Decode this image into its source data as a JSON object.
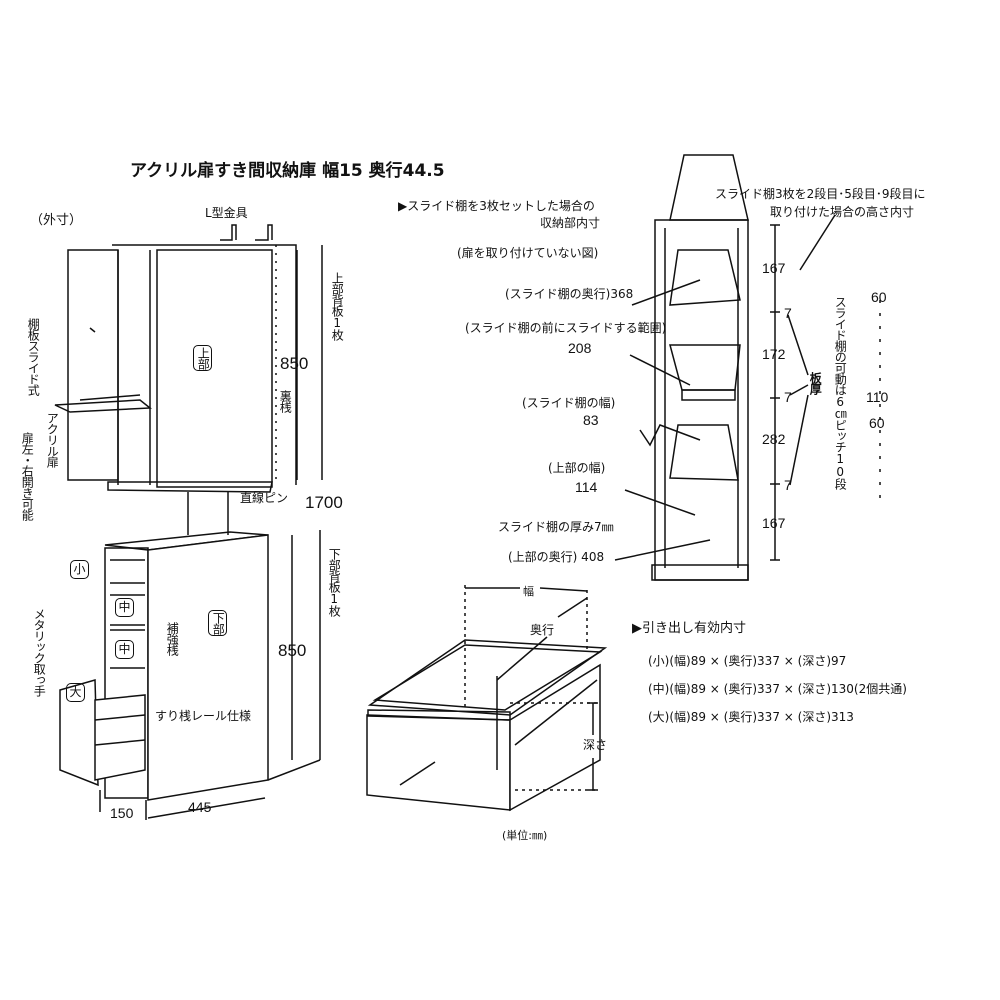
{
  "title": "アクリル扉すき間収納庫 幅15 奥行44.5",
  "left": {
    "outer_label": "（外寸）",
    "l_bracket": "L型金具",
    "upper_back": "上部背板1枚",
    "upper_height": "850",
    "upper_label": "上部",
    "back_rail": "裏桟",
    "shelf_slide": "棚板スライド式",
    "acrylic_door": "アクリル扉",
    "door_lr": "扉左・右開き可能",
    "straight_pin": "直線ピン",
    "total_height": "1700",
    "lower_back": "下部背板1枚",
    "lower_height": "850",
    "lower_label": "下部",
    "reinforce": "補強桟",
    "drawer_small": "小",
    "drawer_mid": "中",
    "drawer_large": "大",
    "metallic_handle": "メタリック取っ手",
    "rail": "すり桟レール仕様",
    "depth_150": "150",
    "depth_445": "445"
  },
  "right": {
    "heading": "▶スライド棚を3枚セットした場合の",
    "heading2": "収納部内寸",
    "no_door": "(扉を取り付けていない図)",
    "slide_depth": "(スライド棚の奥行)368",
    "slide_range": "(スライド棚の前にスライドする範囲)",
    "slide_range_val": "208",
    "slide_width": "(スライド棚の幅)",
    "slide_width_val": "83",
    "upper_width": "(上部の幅)",
    "upper_width_val": "114",
    "slide_thick": "スライド棚の厚み7㎜",
    "upper_depth": "(上部の奥行) 408",
    "height_note": "スライド棚3枚を2段目･5段目･9段目に",
    "height_note2": "取り付けた場合の高さ内寸",
    "heights": [
      "167",
      "7",
      "172",
      "7",
      "282",
      "7",
      "167"
    ],
    "board_thick": "板厚",
    "pitch_note": "スライド棚の可動は6㎝ピッチ10段",
    "pitch": [
      "60",
      "110",
      "60"
    ]
  },
  "drawer": {
    "width": "幅",
    "depth": "奥行",
    "height": "深さ",
    "unit": "(単位:㎜)",
    "heading": "▶引き出し有効内寸",
    "rows": [
      "(小)(幅)89 × (奥行)337 × (深さ)97",
      "(中)(幅)89 × (奥行)337 × (深さ)130(2個共通)",
      "(大)(幅)89 × (奥行)337 × (深さ)313"
    ]
  }
}
